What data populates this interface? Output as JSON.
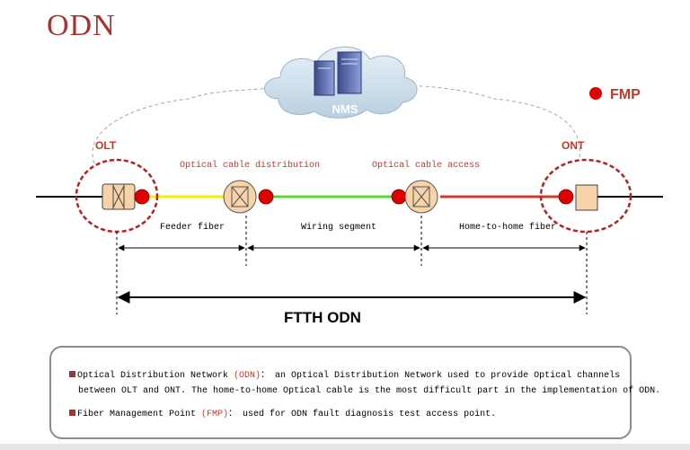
{
  "title": "ODN",
  "colors": {
    "title": "#a8322d",
    "fmp": "#e00000",
    "feeder_fiber": "#f2f200",
    "wiring_fiber": "#5ad43a",
    "home_fiber": "#d43a2a",
    "device_fill": "#f8d2a8",
    "dashed_circle": "#b22222"
  },
  "nodes": {
    "nms": "NMS",
    "olt": "OLT",
    "ont": "ONT",
    "distribution": "Optical cable distribution",
    "access": "Optical cable access"
  },
  "legend": {
    "fmp": "FMP"
  },
  "segments": {
    "feeder": "Feeder fiber",
    "wiring": "Wiring segment",
    "home": "Home-to-home fiber"
  },
  "ftth_label": "FTTH ODN",
  "notes": {
    "line1_a": "Optical Distribution Network ",
    "line1_b": "(ODN)",
    "line1_c": "： an Optical Distribution Network used to provide Optical channels",
    "line2": "between OLT and ONT. The home-to-home Optical cable is the most difficult part in the implementation of ODN.",
    "line3_a": "Fiber Management Point ",
    "line3_b": "(FMP)",
    "line3_c": "： used for ODN fault diagnosis test access point."
  }
}
